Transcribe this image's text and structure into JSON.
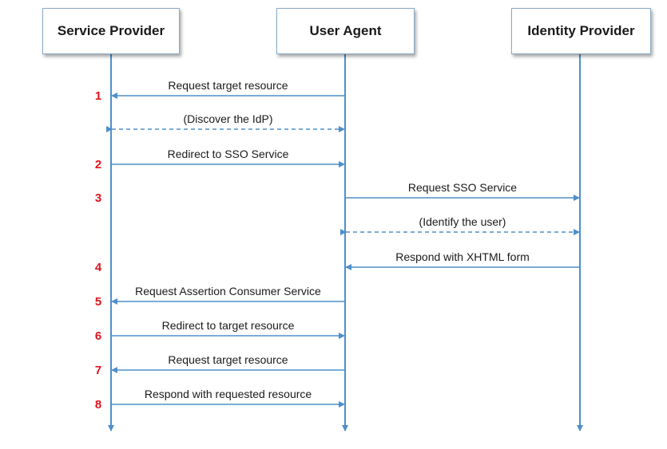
{
  "colors": {
    "line": "#4f8fc9",
    "step": "#e0141e",
    "text": "#1a1a1a"
  },
  "actors": [
    {
      "id": "sp",
      "label": "Service Provider"
    },
    {
      "id": "ua",
      "label": "User Agent"
    },
    {
      "id": "idp",
      "label": "Identity Provider"
    }
  ],
  "messages": [
    {
      "step": "1",
      "label": "Request target resource",
      "from": "ua",
      "to": "sp",
      "style": "solid"
    },
    {
      "step": "",
      "label": "(Discover the IdP)",
      "from": "sp",
      "to": "ua",
      "style": "dashed-both"
    },
    {
      "step": "2",
      "label": "Redirect to SSO Service",
      "from": "sp",
      "to": "ua",
      "style": "solid"
    },
    {
      "step": "3",
      "label": "Request SSO Service",
      "from": "ua",
      "to": "idp",
      "style": "solid"
    },
    {
      "step": "",
      "label": "(Identify the user)",
      "from": "ua",
      "to": "idp",
      "style": "dashed-both"
    },
    {
      "step": "4",
      "label": "Respond with XHTML form",
      "from": "idp",
      "to": "ua",
      "style": "solid"
    },
    {
      "step": "5",
      "label": "Request Assertion Consumer Service",
      "from": "ua",
      "to": "sp",
      "style": "solid"
    },
    {
      "step": "6",
      "label": "Redirect to target resource",
      "from": "sp",
      "to": "ua",
      "style": "solid"
    },
    {
      "step": "7",
      "label": "Request target resource",
      "from": "ua",
      "to": "sp",
      "style": "solid"
    },
    {
      "step": "8",
      "label": "Respond with requested resource",
      "from": "sp",
      "to": "ua",
      "style": "solid"
    }
  ]
}
